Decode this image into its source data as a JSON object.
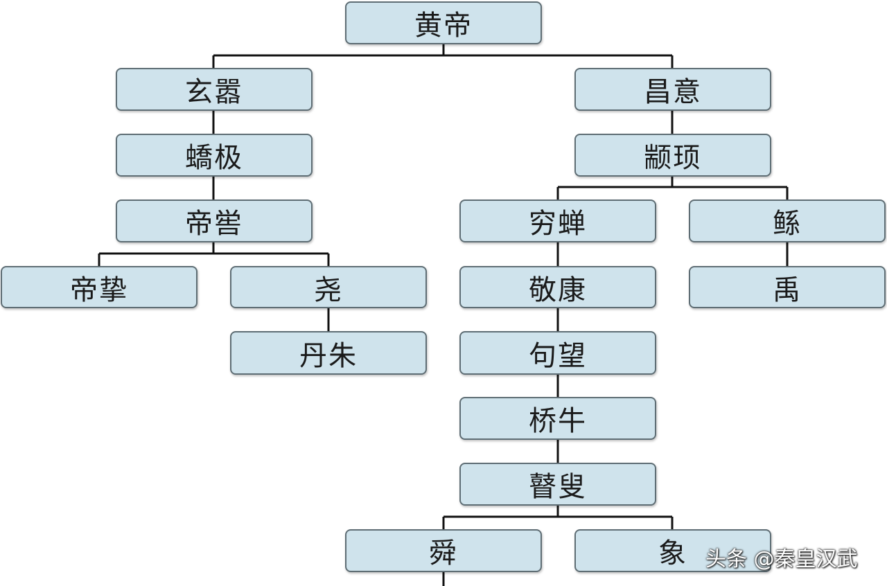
{
  "colors": {
    "node_fill": "#cfe3ec",
    "node_border": "#5e6d74",
    "connector": "#111111"
  },
  "nodes": {
    "huangdi": "黄帝",
    "xuanxiao": "玄嚣",
    "changyi": "昌意",
    "jiaoji": "蟜极",
    "zhuanxu": "颛顼",
    "diku": "帝喾",
    "qiongchan": "穷蝉",
    "gun": "鲧",
    "dizhi": "帝挚",
    "yao": "尧",
    "jingkang": "敬康",
    "yu": "禹",
    "danzhu": "丹朱",
    "juwang": "句望",
    "qiaoniu": "桥牛",
    "gusou": "瞽叟",
    "shun": "舜",
    "xiang": "象"
  },
  "watermark": "头条 @秦皇汉武"
}
